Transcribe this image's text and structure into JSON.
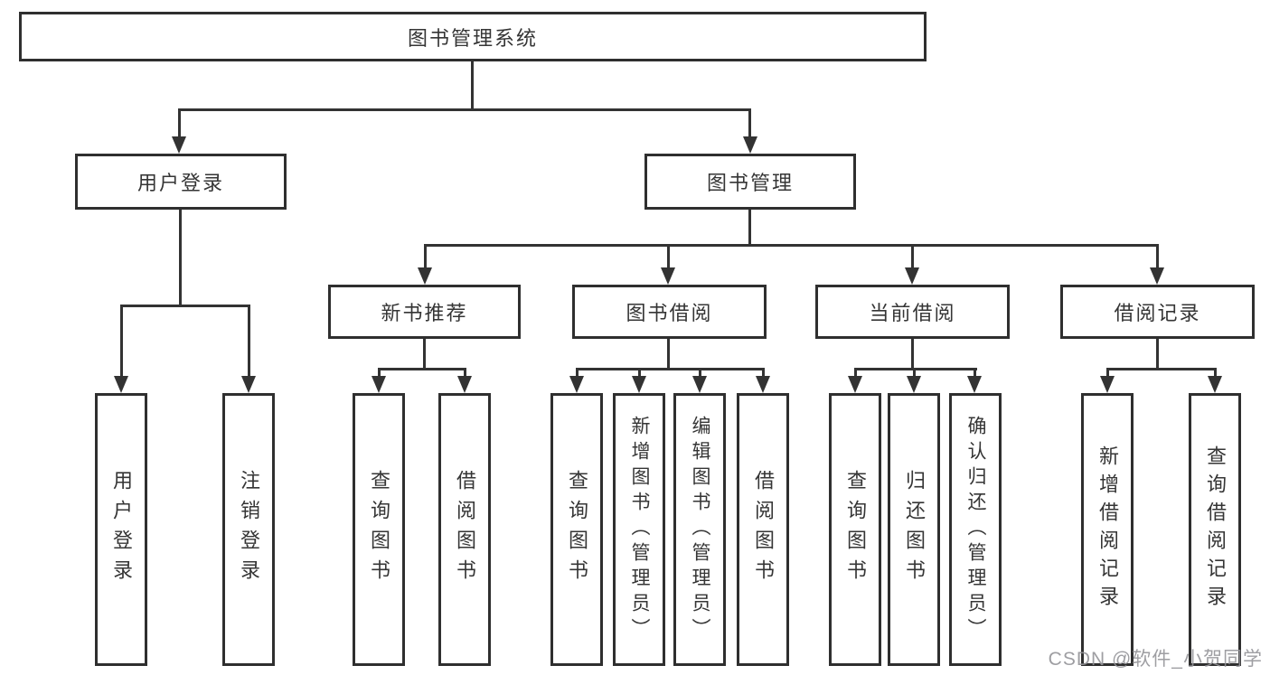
{
  "diagram": {
    "type": "hierarchy-tree",
    "tree": {
      "label": "图书管理系统",
      "children": [
        {
          "label": "用户登录",
          "children": [
            {
              "label": "用户登录"
            },
            {
              "label": "注销登录"
            }
          ]
        },
        {
          "label": "图书管理",
          "children": [
            {
              "label": "新书推荐",
              "children": [
                {
                  "label": "查询图书"
                },
                {
                  "label": "借阅图书"
                }
              ]
            },
            {
              "label": "图书借阅",
              "children": [
                {
                  "label": "查询图书"
                },
                {
                  "label": "新增图书（管理员）"
                },
                {
                  "label": "编辑图书（管理员）"
                },
                {
                  "label": "借阅图书"
                }
              ]
            },
            {
              "label": "当前借阅",
              "children": [
                {
                  "label": "查询图书"
                },
                {
                  "label": "归还图书"
                },
                {
                  "label": "确认归还（管理员）"
                }
              ]
            },
            {
              "label": "借阅记录",
              "children": [
                {
                  "label": "新增借阅记录"
                },
                {
                  "label": "查询借阅记录"
                }
              ]
            }
          ]
        }
      ]
    },
    "colors": {
      "line": "#333333",
      "box_border": "#2f2f2f",
      "text": "#353535",
      "background": "#ffffff",
      "watermark": "#949498"
    }
  },
  "watermark": {
    "text": "CSDN @软件_小贺同学"
  }
}
